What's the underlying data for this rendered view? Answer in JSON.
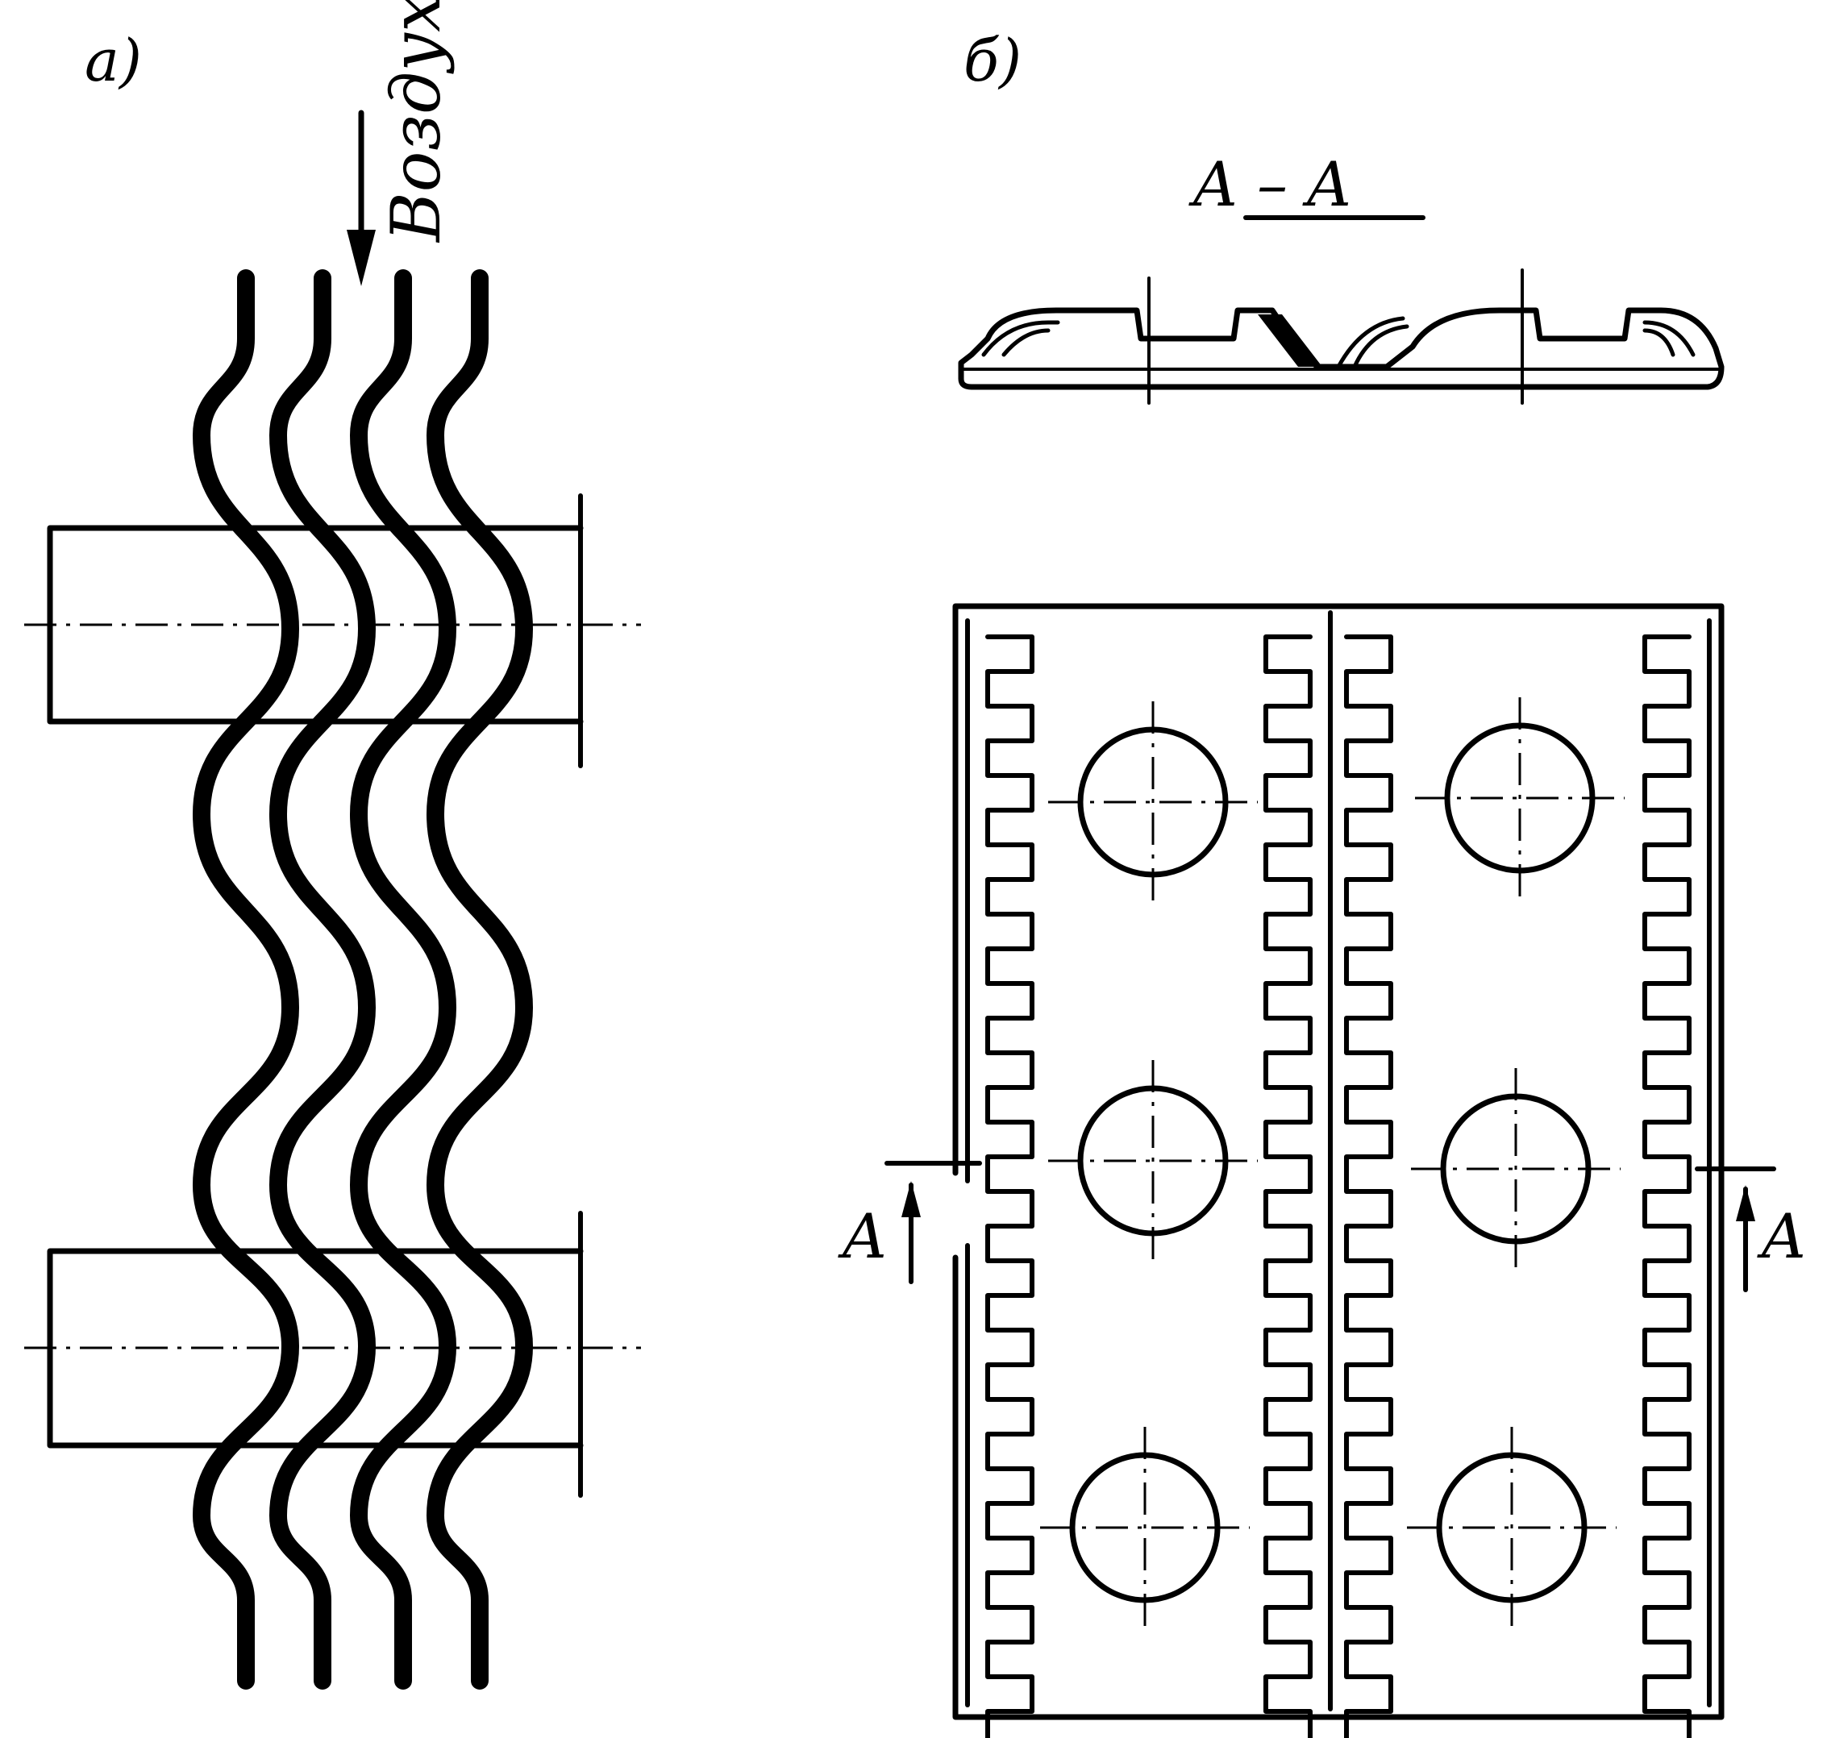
{
  "panel_a": {
    "label": "a)",
    "air_label": "Воздух"
  },
  "panel_b": {
    "label": "б)",
    "section_title": "A – A",
    "cut_mark_left": "A",
    "cut_mark_right": "A"
  },
  "colors": {
    "ink": "#000000",
    "paper": "#ffffff"
  }
}
